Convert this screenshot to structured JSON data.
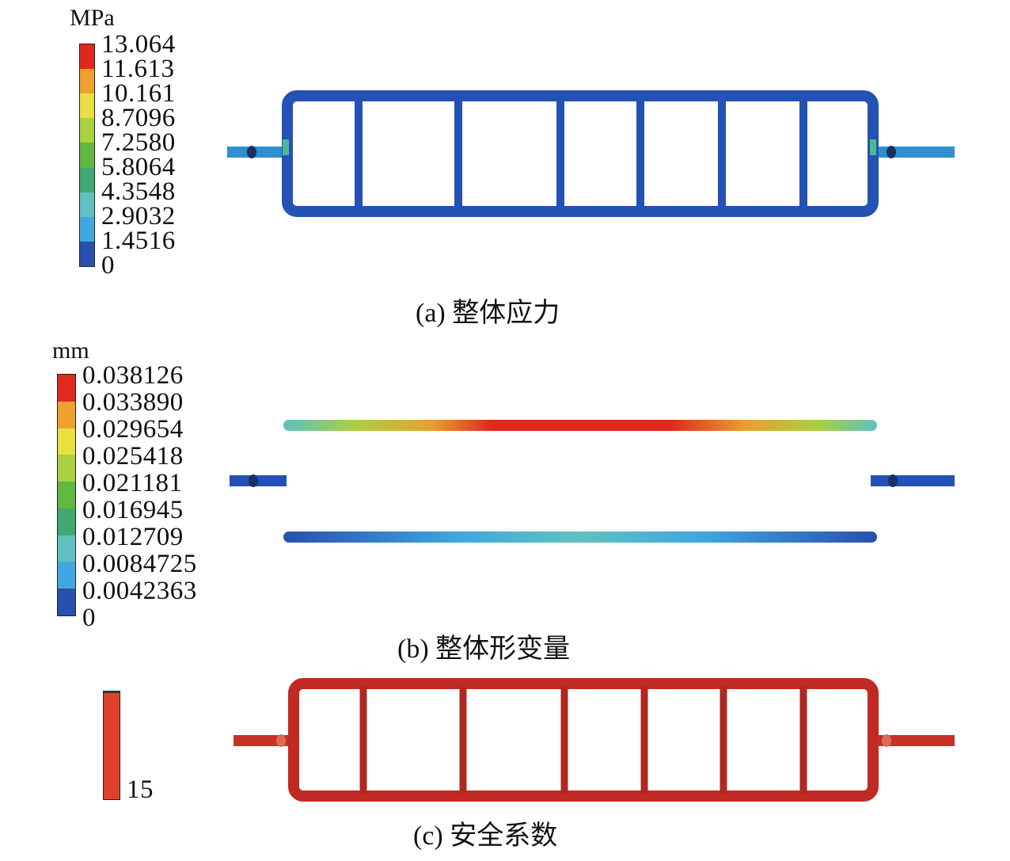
{
  "panels": [
    {
      "id": "a",
      "unit": "MPa",
      "ticks": [
        "13.064",
        "11.613",
        "10.161",
        "8.7096",
        "7.2580",
        "5.8064",
        "4.3548",
        "2.9032",
        "1.4516",
        "0"
      ],
      "colors": [
        "#e0281e",
        "#f0a030",
        "#e8e040",
        "#a8d040",
        "#60b840",
        "#40a870",
        "#60c0c0",
        "#40a8e0",
        "#2850b0"
      ],
      "caption": "(a) 整体应力"
    },
    {
      "id": "b",
      "unit": "mm",
      "ticks": [
        "0.038126",
        "0.033890",
        "0.029654",
        "0.025418",
        "0.021181",
        "0.016945",
        "0.012709",
        "0.0084725",
        "0.0042363",
        "0"
      ],
      "colors": [
        "#e0281e",
        "#f0a030",
        "#e8e040",
        "#a8d040",
        "#60b840",
        "#40a870",
        "#60c0c0",
        "#40a8e0",
        "#2850b0"
      ],
      "caption": "(b) 整体形变量"
    },
    {
      "id": "c",
      "ticks": [
        "15"
      ],
      "colors": [
        "#e0402a"
      ],
      "caption": "(c) 安全系数"
    }
  ]
}
